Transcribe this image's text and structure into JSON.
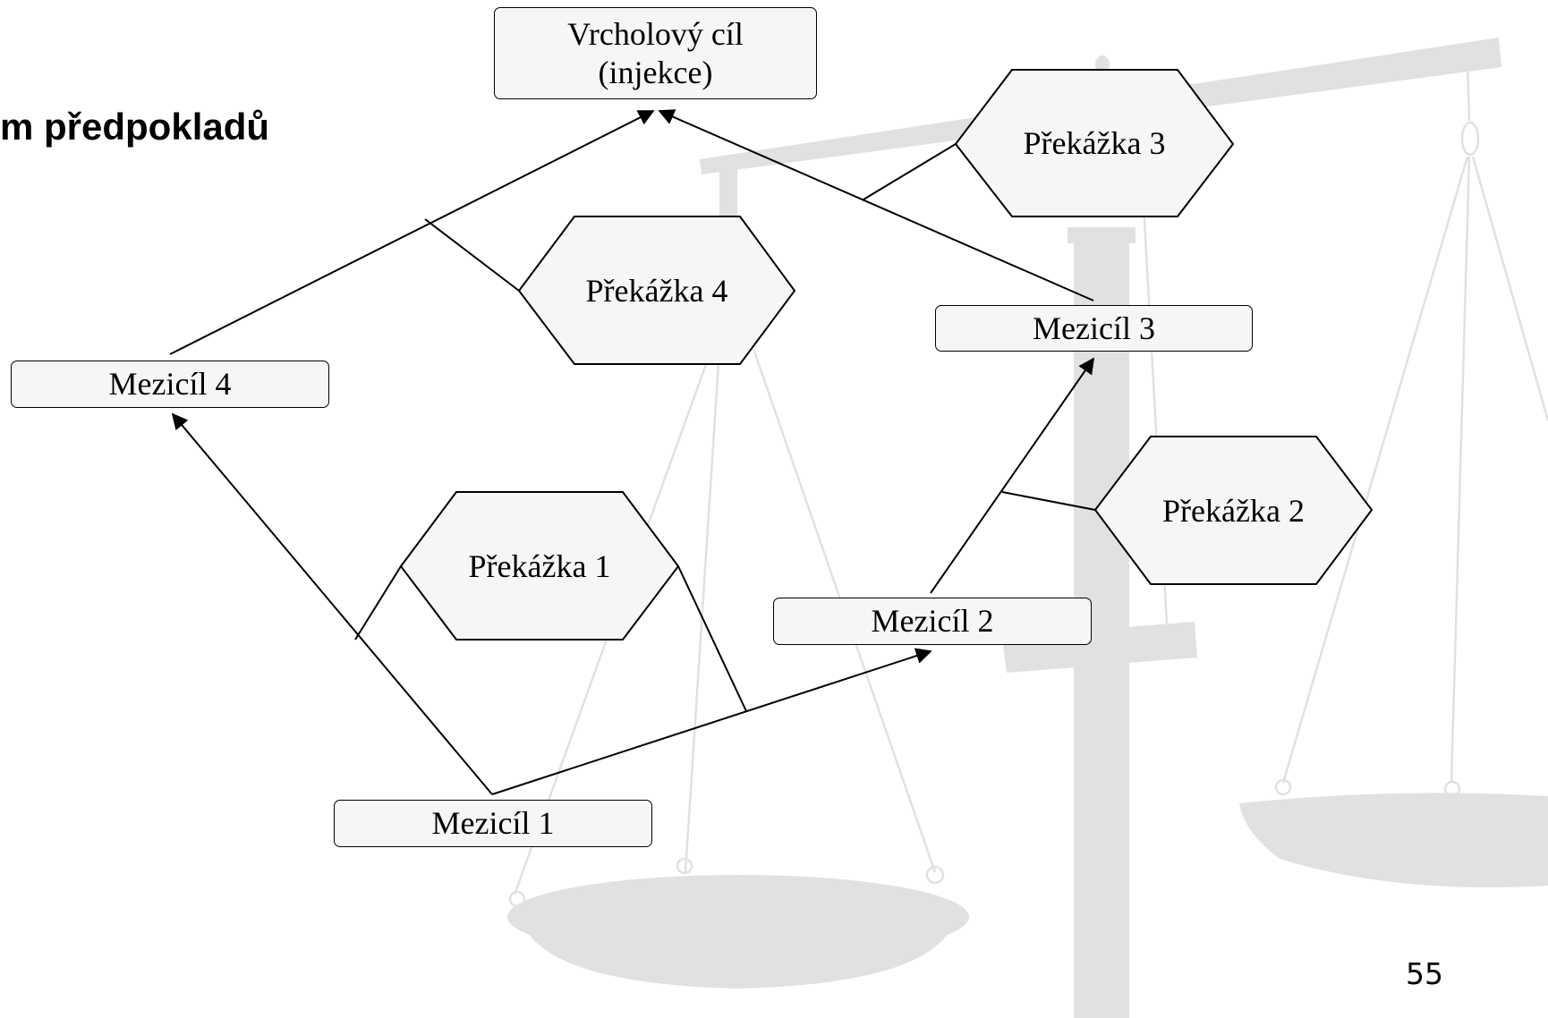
{
  "slide": {
    "title_fragment": "m předpokladů",
    "page_number": "55"
  },
  "nodes": {
    "top_goal": "Vrcholový cíl\n(injekce)",
    "intermediate_1": "Mezicíl 1",
    "intermediate_2": "Mezicíl 2",
    "intermediate_3": "Mezicíl 3",
    "intermediate_4": "Mezicíl 4",
    "obstacle_1": "Překážka 1",
    "obstacle_2": "Překážka 2",
    "obstacle_3": "Překážka 3",
    "obstacle_4": "Překážka 4"
  },
  "edges": [
    {
      "from": "intermediate_1",
      "to": "intermediate_2"
    },
    {
      "from": "intermediate_1",
      "to": "intermediate_4"
    },
    {
      "from": "intermediate_2",
      "to": "intermediate_3"
    },
    {
      "from": "intermediate_3",
      "to": "top_goal"
    },
    {
      "from": "intermediate_4",
      "to": "top_goal"
    }
  ],
  "colors": {
    "node_fill": "#f6f6f6",
    "stroke": "#000000",
    "background_art": "#e1e1e1"
  },
  "background_art": "balance-scale"
}
